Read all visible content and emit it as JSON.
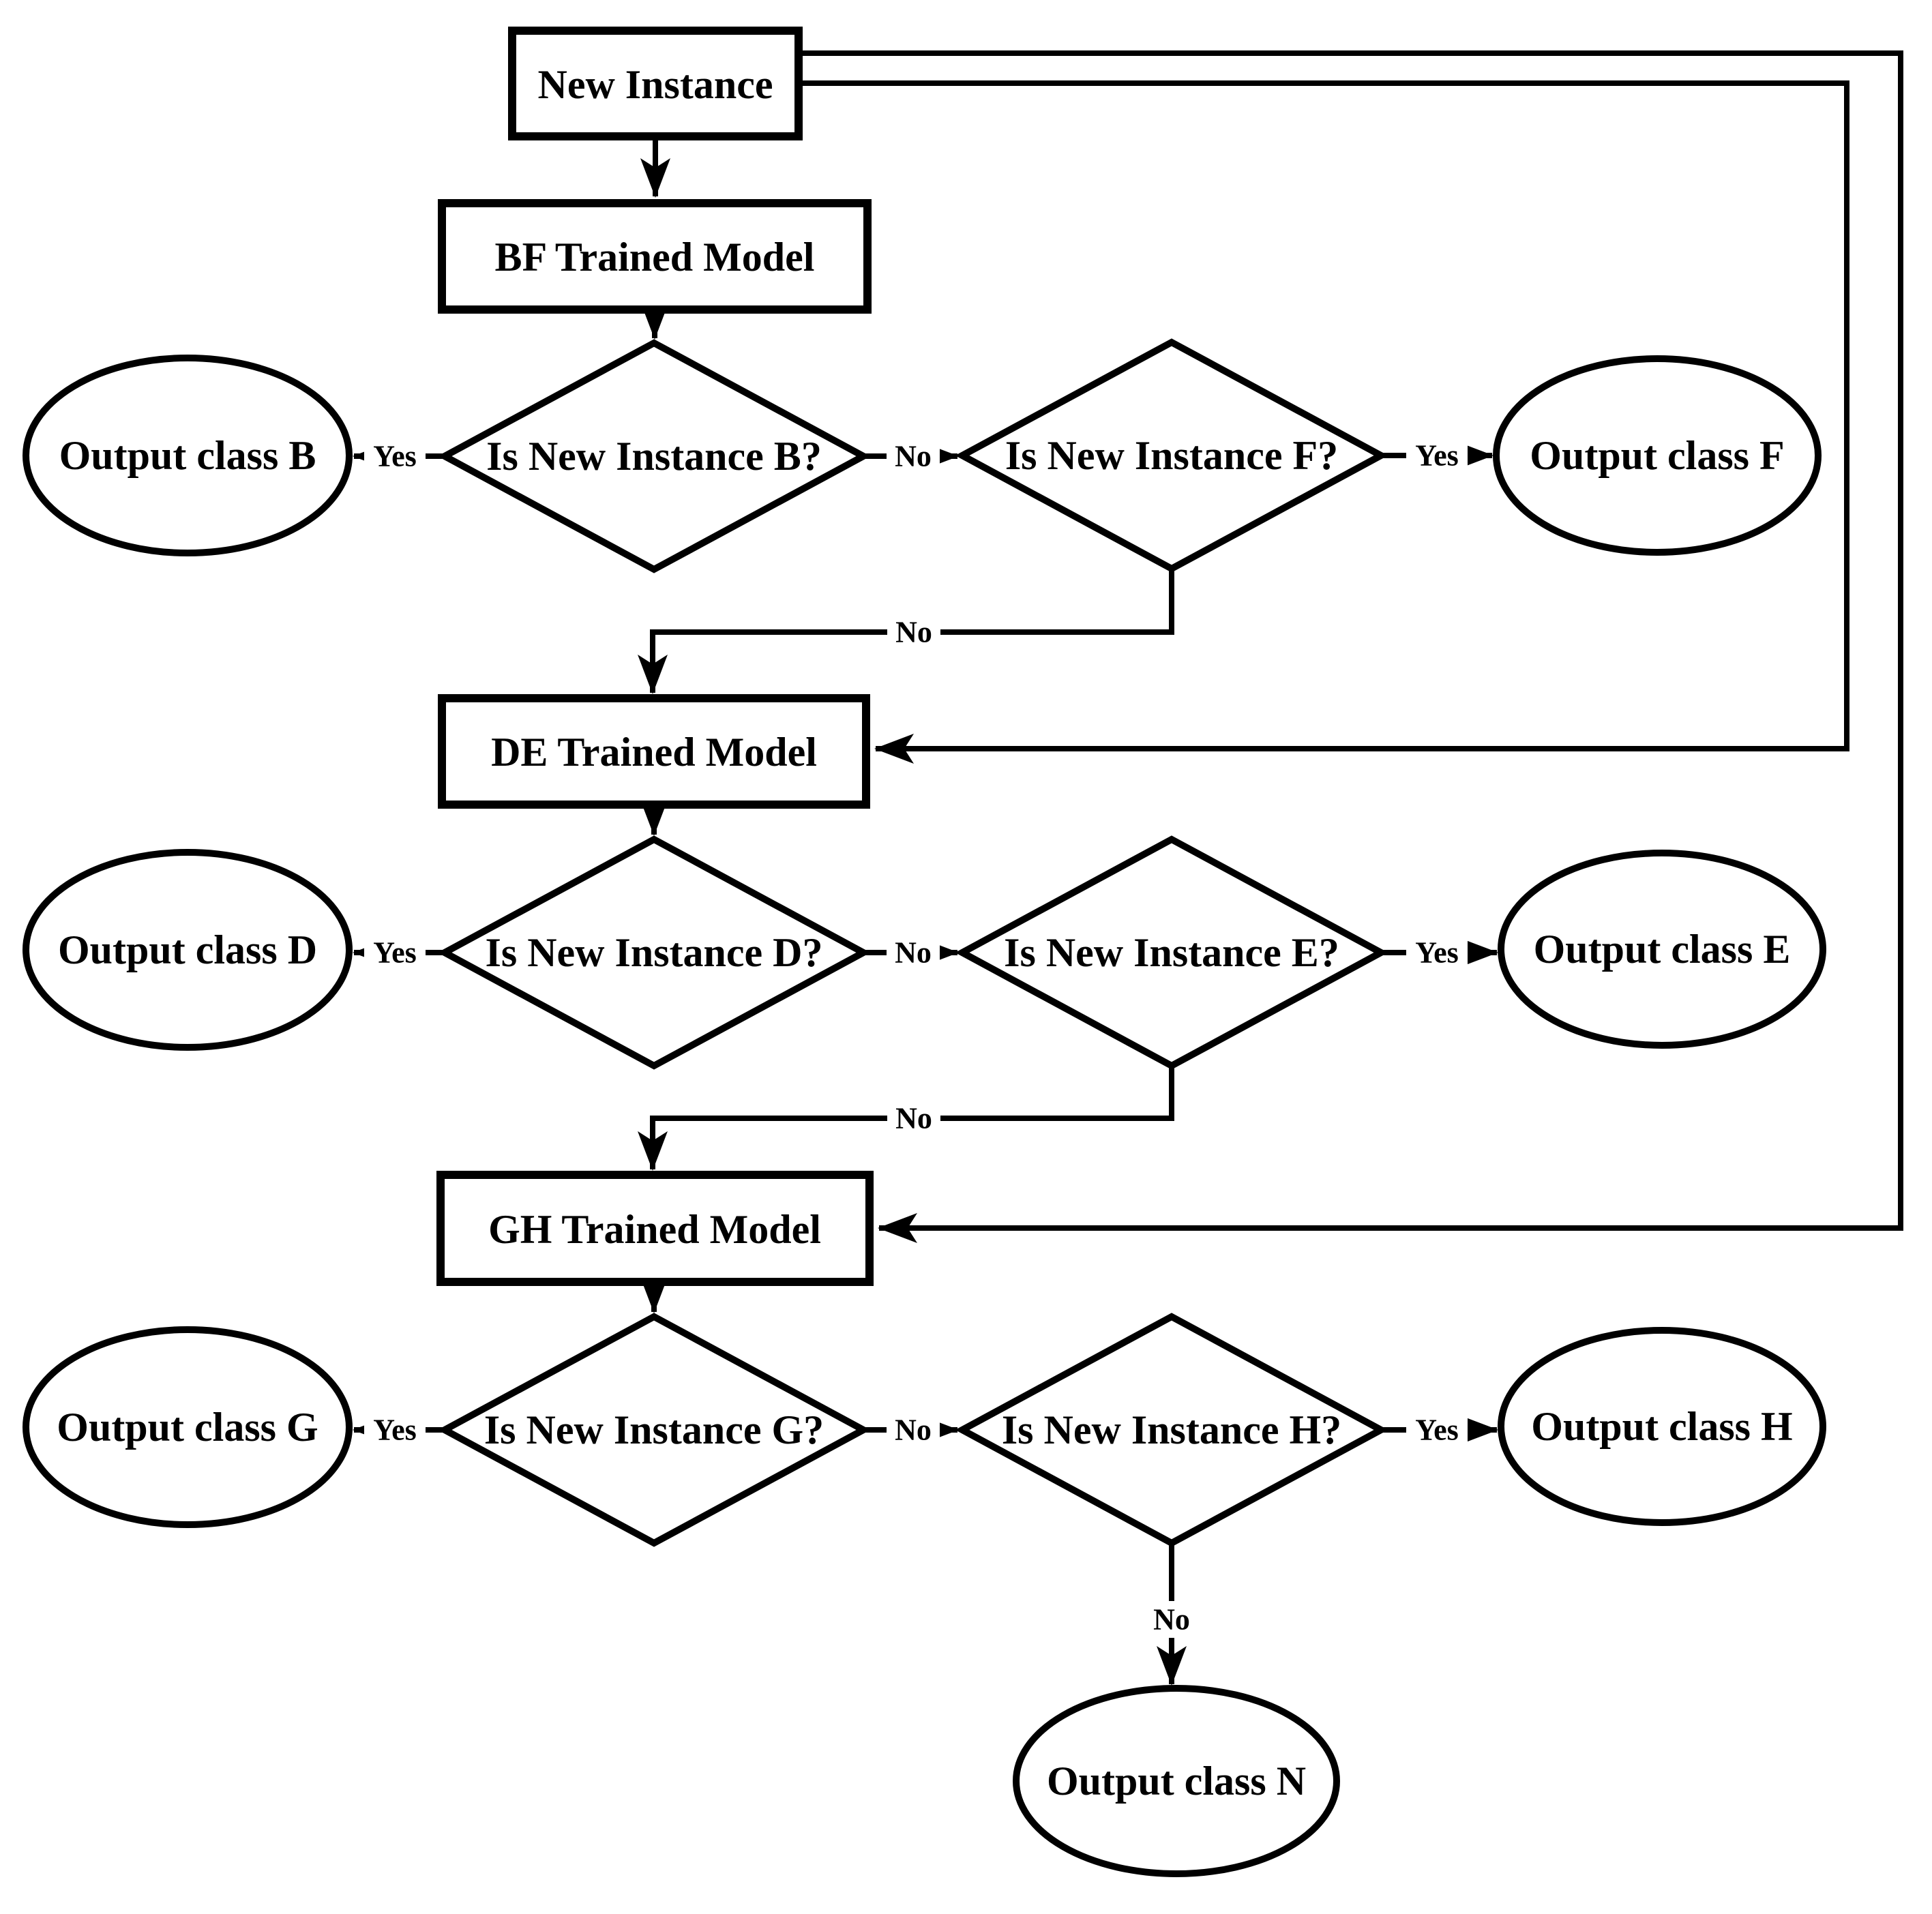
{
  "diagram": {
    "type": "flowchart",
    "background_color": "#ffffff",
    "stroke_color": "#000000",
    "nodes": {
      "new_instance": {
        "label": "New Instance",
        "shape": "rectangle"
      },
      "bf_model": {
        "label": "BF Trained Model",
        "shape": "rectangle"
      },
      "is_b": {
        "label": "Is New Instance B?",
        "shape": "diamond"
      },
      "out_b": {
        "label": "Output class B",
        "shape": "ellipse"
      },
      "is_f": {
        "label": "Is New Instance F?",
        "shape": "diamond"
      },
      "out_f": {
        "label": "Output class F",
        "shape": "ellipse"
      },
      "de_model": {
        "label": "DE Trained Model",
        "shape": "rectangle"
      },
      "is_d": {
        "label": "Is New Instance D?",
        "shape": "diamond"
      },
      "out_d": {
        "label": "Output class D",
        "shape": "ellipse"
      },
      "is_e": {
        "label": "Is New Instance E?",
        "shape": "diamond"
      },
      "out_e": {
        "label": "Output class E",
        "shape": "ellipse"
      },
      "gh_model": {
        "label": "GH Trained Model",
        "shape": "rectangle"
      },
      "is_g": {
        "label": "Is New Instance G?",
        "shape": "diamond"
      },
      "out_g": {
        "label": "Output class G",
        "shape": "ellipse"
      },
      "is_h": {
        "label": "Is New Instance H?",
        "shape": "diamond"
      },
      "out_h": {
        "label": "Output class H",
        "shape": "ellipse"
      },
      "out_n": {
        "label": "Output class N",
        "shape": "ellipse"
      }
    },
    "edge_labels": {
      "is_b_yes": "Yes",
      "is_b_no": "No",
      "is_f_yes": "Yes",
      "is_f_no": "No",
      "is_d_yes": "Yes",
      "is_d_no": "No",
      "is_e_yes": "Yes",
      "is_e_no": "No",
      "is_g_yes": "Yes",
      "is_g_no": "No",
      "is_h_yes": "Yes",
      "is_h_no": "No"
    }
  }
}
